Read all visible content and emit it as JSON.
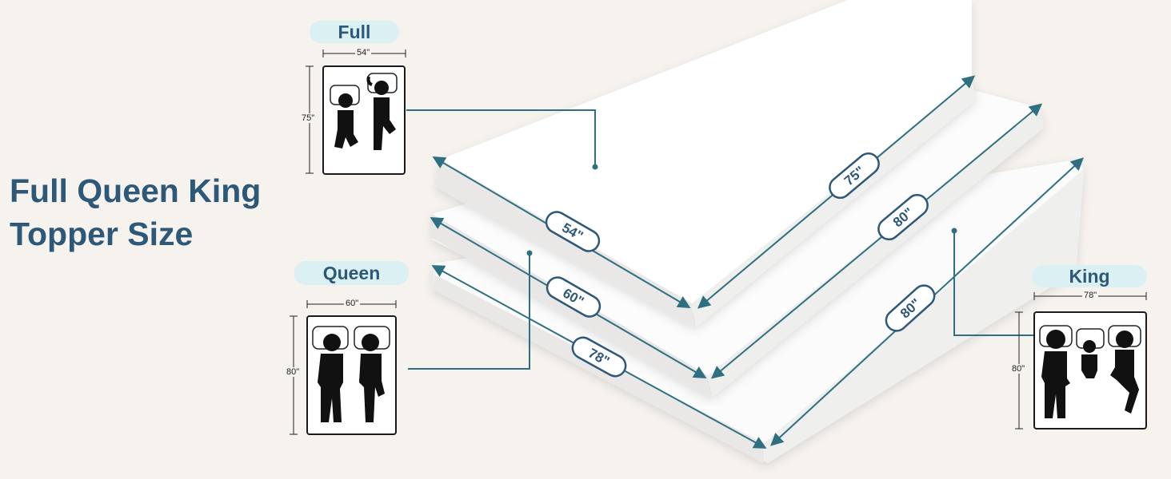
{
  "headline": {
    "line1": "Full Queen King",
    "line2": "Topper Size"
  },
  "sizes": [
    {
      "name": "Full",
      "width": "54\"",
      "length": "75\""
    },
    {
      "name": "Queen",
      "width": "60\"",
      "length": "80\""
    },
    {
      "name": "King",
      "width": "78\"",
      "length": "80\""
    }
  ],
  "mattress_labels": {
    "full_width": "54\"",
    "full_length": "75\"",
    "queen_width": "60\"",
    "queen_length": "80\"",
    "king_width": "78\"",
    "king_length": "80\""
  },
  "colors": {
    "accent": "#2e5878",
    "pill": "#daf0f2",
    "background": "#f6f3ef",
    "line": "#2e6f82"
  }
}
